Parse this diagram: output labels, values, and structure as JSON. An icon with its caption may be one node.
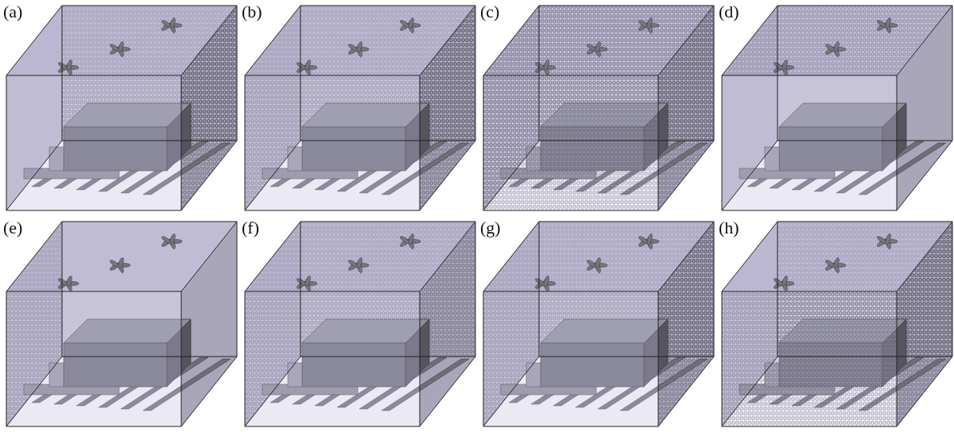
{
  "diagram": {
    "labels": [
      "(a)",
      "(b)",
      "(c)",
      "(d)",
      "(e)",
      "(f)",
      "(g)",
      "(h)"
    ]
  }
}
